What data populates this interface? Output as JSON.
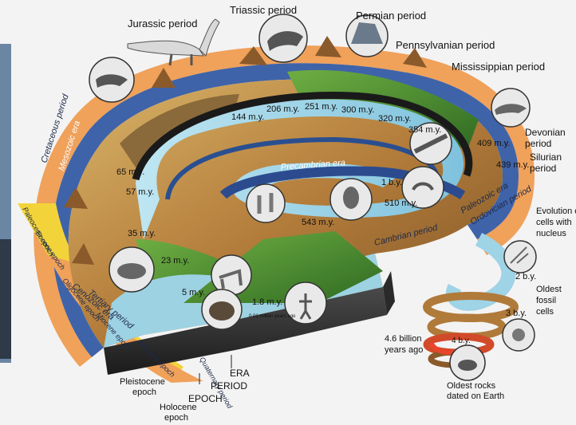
{
  "periods": {
    "jurassic": "Jurassic period",
    "triassic": "Triassic period",
    "permian": "Permian period",
    "pennsylvanian": "Pennsylvanian period",
    "mississippian": "Mississippian period",
    "devonian": "Devonian period",
    "silurian": "Silurian period",
    "ordovician": "Ordovician period",
    "cambrian": "Cambrian period",
    "cretaceous": "Cretaceous period",
    "tertiary": "Tertiary period",
    "quaternary": "Quaternary period"
  },
  "eras": {
    "mesozoic": "Mesozoic era",
    "paleozoic": "Paleozoic era",
    "cenozoic": "Cenozoic era",
    "precambrian": "Precambrian era"
  },
  "epochs": {
    "paleocene": "Paleocene epoch",
    "eocene": "Eocene epoch",
    "oligocene": "Oligocene epoch",
    "miocene": "Miocene epoch",
    "pliocene": "Pliocene epoch",
    "pleistocene": "Pleistocene epoch",
    "holocene": "Holocene epoch"
  },
  "ages": {
    "a144": "144 m.y.",
    "a206": "206 m.y.",
    "a251": "251 m.y.",
    "a300": "300 m.y.",
    "a320": "320 m.y.",
    "a354": "354 m.y.",
    "a409": "409 m.y.",
    "a439": "439 m.y.",
    "a65": "65 m.y.",
    "a57": "57 m.y.",
    "a35": "35 m.y.",
    "a23": "23 m.y.",
    "a5": "5 m.y.",
    "a18": "1.8 m.y.",
    "a001": "0.01 million years ago",
    "a1by": "1 b.y.",
    "a510": "510 m.y.",
    "a543": "543 m.y.",
    "a2by": "2 b.y.",
    "a3by": "3 b.y.",
    "a4by": "4 b.y.",
    "a46": "4.6 billion years ago"
  },
  "annotations": {
    "evolution": "Evolution of cells with nucleus",
    "oldest_fossil": "Oldest fossil cells",
    "oldest_rocks": "Oldest rocks dated on Earth"
  },
  "legend": {
    "era": "ERA",
    "period": "PERIOD",
    "epoch": "EPOCH"
  },
  "colors": {
    "band_orange": "#f0a15a",
    "band_blue": "#3f63a8",
    "band_yellow": "#f2d43a",
    "water": "#9fd3e6",
    "land": "#c99a4c",
    "forest": "#4e8a2f",
    "spiral_dark": "#1a1a1a"
  },
  "icons": [
    "brachiosaurus-icon",
    "dinosaur-icon",
    "dimetrodon-icon",
    "fish-icon",
    "shark-icon",
    "trilobite-icon",
    "mammoth-icon",
    "human-icon",
    "horse-icon",
    "rhino-icon",
    "cell-icon",
    "rock-icon"
  ]
}
